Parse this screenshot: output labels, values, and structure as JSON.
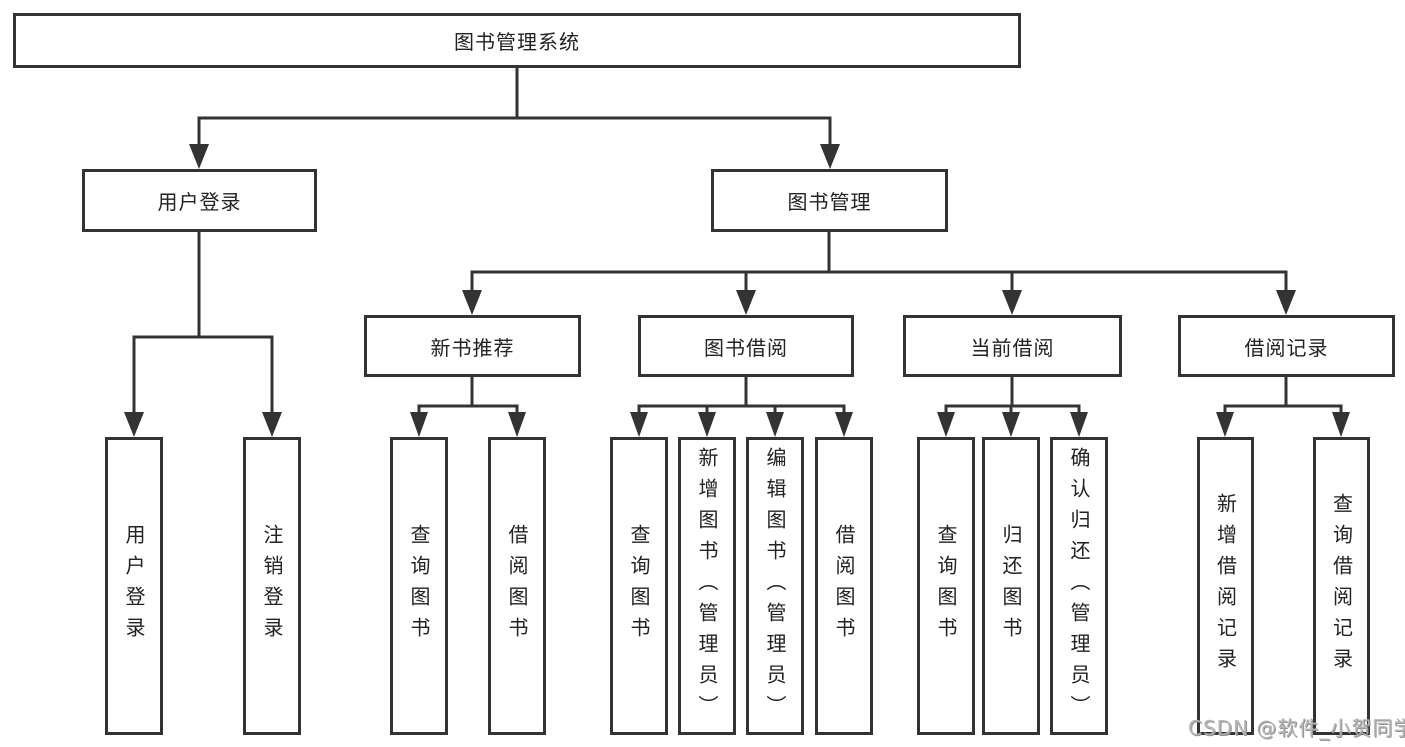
{
  "diagram": {
    "root": {
      "label": "图书管理系统"
    },
    "children": [
      {
        "label": "用户登录",
        "children": [
          {
            "label": "用户登录"
          },
          {
            "label": "注销登录"
          }
        ]
      },
      {
        "label": "图书管理",
        "children": [
          {
            "label": "新书推荐",
            "children": [
              {
                "label": "查询图书"
              },
              {
                "label": "借阅图书"
              }
            ]
          },
          {
            "label": "图书借阅",
            "children": [
              {
                "label": "查询图书"
              },
              {
                "label": "新增图书（管理员）"
              },
              {
                "label": "编辑图书（管理员）"
              },
              {
                "label": "借阅图书"
              }
            ]
          },
          {
            "label": "当前借阅",
            "children": [
              {
                "label": "查询图书"
              },
              {
                "label": "归还图书"
              },
              {
                "label": "确认归还（管理员）"
              }
            ]
          },
          {
            "label": "借阅记录",
            "children": [
              {
                "label": "新增借阅记录"
              },
              {
                "label": "查询借阅记录"
              }
            ]
          }
        ]
      }
    ]
  },
  "watermark": {
    "text": "CSDN @软件_小贺同学"
  },
  "colors": {
    "line": "#333333",
    "text": "#222222",
    "watermark": "#b3b3b3"
  }
}
